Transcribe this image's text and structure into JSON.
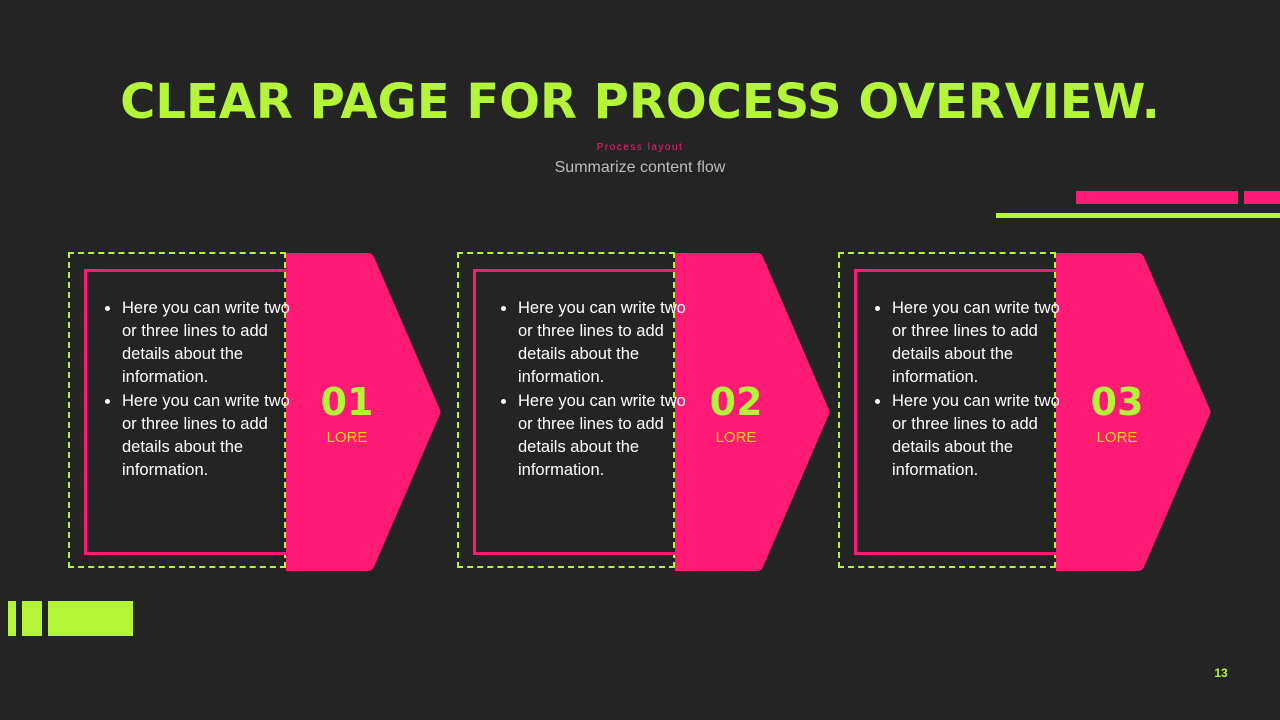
{
  "slide": {
    "title": "CLEAR PAGE FOR PROCESS OVERVIEW.",
    "kicker": "Process layout",
    "subtitle": "Summarize content flow",
    "page_number": "13"
  },
  "steps": [
    {
      "number": "01",
      "label": "LORE",
      "bullets": [
        "Here you can write two or three lines to add details about the information.",
        "Here you can write two or three lines to add details about the information."
      ]
    },
    {
      "number": "02",
      "label": "LORE",
      "bullets": [
        "Here you can write two or three lines to add details about the information.",
        "Here you can write two or three lines to add details about the information."
      ]
    },
    {
      "number": "03",
      "label": "LORE",
      "bullets": [
        "Here you can write two or three lines to add details about the information.",
        "Here you can write two or three lines to add details about the information."
      ]
    }
  ],
  "colors": {
    "background": "#242424",
    "accent_green": "#b4f53a",
    "accent_pink": "#ff1a75",
    "label_yellow": "#ffd21f"
  }
}
